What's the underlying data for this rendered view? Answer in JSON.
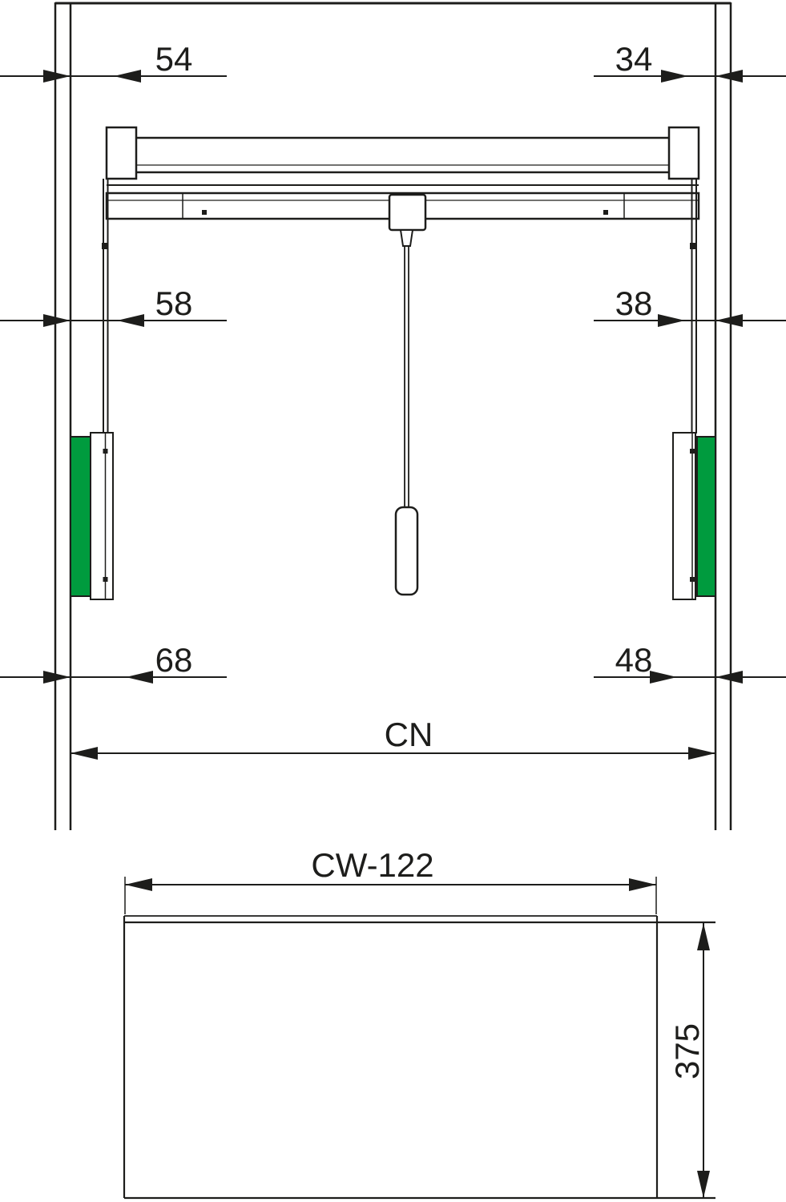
{
  "colors": {
    "line": "#1d1d1b",
    "green": "#009b3e",
    "background": "#ffffff"
  },
  "front_view": {
    "dim_top_left": "54",
    "dim_top_right": "34",
    "dim_mid_left": "58",
    "dim_mid_right": "38",
    "dim_bottom_left": "68",
    "dim_bottom_right": "48",
    "dim_width": "CN"
  },
  "plan_view": {
    "dim_width": "CW-122",
    "dim_depth": "375"
  }
}
